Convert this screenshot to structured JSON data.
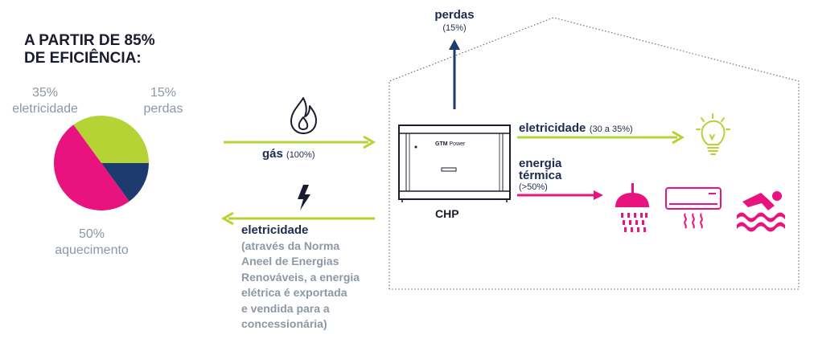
{
  "title": {
    "line1": "A PARTIR DE 85%",
    "line2": "DE EFICIÊNCIA:"
  },
  "colors": {
    "navy": "#1d3b6e",
    "lime": "#b5d334",
    "magenta": "#e8137e",
    "gray": "#8c98a6"
  },
  "chart_data": {
    "type": "pie",
    "slices": [
      {
        "pct": "35%",
        "name": "eletricidade",
        "value": 35,
        "color": "#b5d334"
      },
      {
        "pct": "15%",
        "name": "perdas",
        "value": 15,
        "color": "#1d3b6e"
      },
      {
        "pct": "50%",
        "name": "aquecimento",
        "value": 50,
        "color": "#e8137e"
      }
    ]
  },
  "perdas": {
    "label": "perdas",
    "pct": "(15%)"
  },
  "gas": {
    "label": "gás",
    "pct": "(100%)"
  },
  "eletricidade_out": {
    "label": "eletricidade",
    "pct": "(30 a 35%)"
  },
  "energia": {
    "line1": "energia",
    "line2": "térmica",
    "pct": "(>50%)"
  },
  "chp": {
    "label": "CHP",
    "brand": "GTM",
    "brand2": "Power"
  },
  "grid": {
    "label": "eletricidade",
    "lines": [
      "(através da Norma",
      "Aneel de Energias",
      "Renováveis, a energia",
      "elétrica é exportada",
      "e vendida para a",
      "concessionária)"
    ]
  },
  "icons": [
    "flame-icon",
    "lightning-icon",
    "lightbulb-icon",
    "shower-icon",
    "air-conditioner-icon",
    "swimmer-icon"
  ]
}
